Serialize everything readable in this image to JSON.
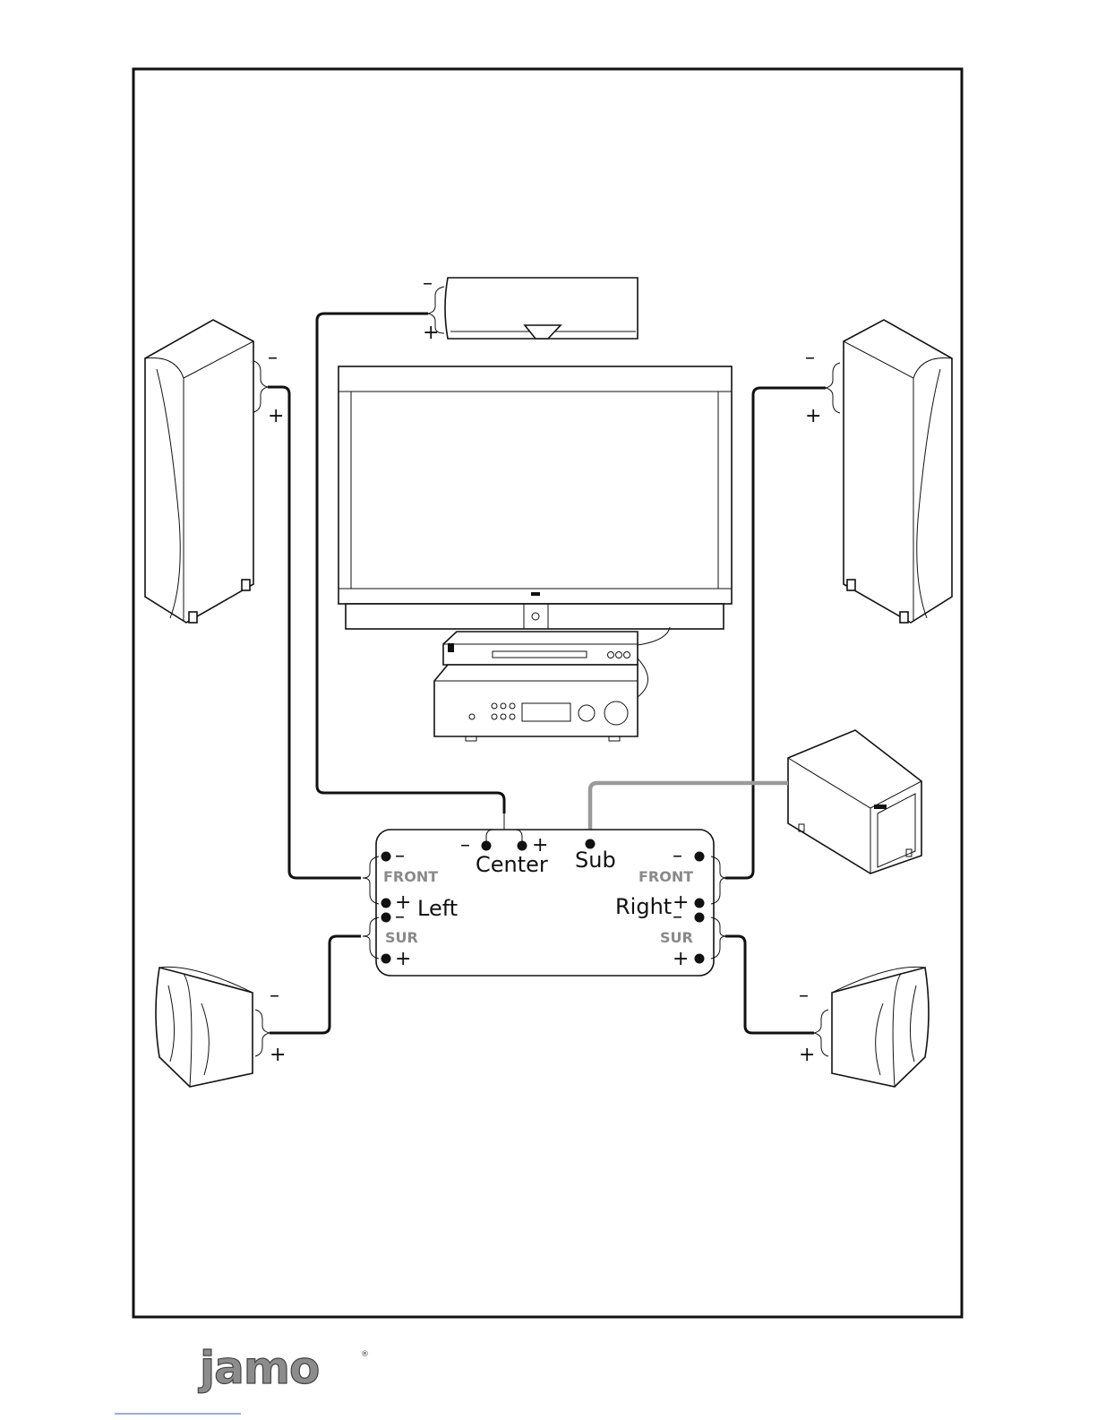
{
  "labels": {
    "center": "Center",
    "sub": "Sub",
    "left": "Left",
    "right": "Right",
    "front": "FRONT",
    "sur": "SUR",
    "plus": "+",
    "minus": "–"
  },
  "brand": {
    "logo_text": "jamo",
    "registered_mark": "®"
  },
  "colors": {
    "line": "#111111",
    "sub_wire": "#9a9a9a",
    "group_label": "#8a8a8a"
  }
}
